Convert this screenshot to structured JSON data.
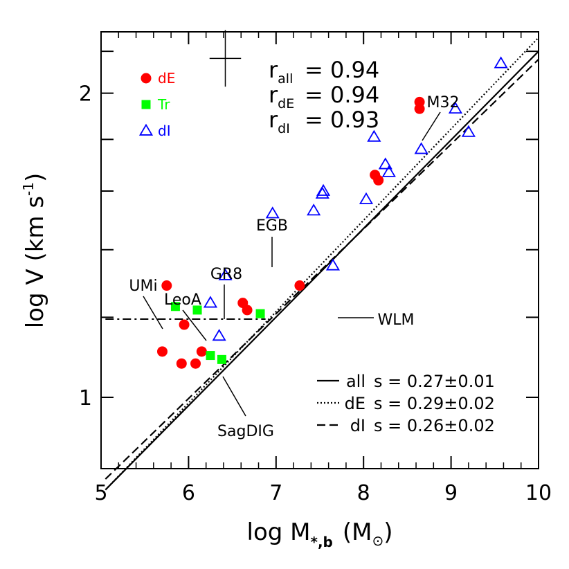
{
  "chart_data": {
    "type": "scatter",
    "xlabel": {
      "main": "log M",
      "sub": "*,b",
      "unit_open": "(M",
      "unit_sub": "⊙",
      "unit_close": ")"
    },
    "ylabel": {
      "main": "log V (km s",
      "sup": "-1",
      "close": ")"
    },
    "xlim": [
      5,
      10
    ],
    "ylog_range": [
      0.85,
      2.3
    ],
    "x_ticks": [
      5,
      6,
      7,
      8,
      9,
      10
    ],
    "x_tick_labels": [
      "5",
      "6",
      "7",
      "8",
      "9",
      "10"
    ],
    "y_ticks_labeled": [
      1,
      2
    ],
    "y_tick_labels": [
      "1",
      "2"
    ],
    "y_ticks_minor": [
      1.2,
      1.4,
      1.6,
      1.8,
      2.2
    ],
    "legend": [
      {
        "name": "dE",
        "symbol": "circle",
        "color": "#ff0000"
      },
      {
        "name": "Tr",
        "symbol": "square",
        "color": "#00ff00"
      },
      {
        "name": "dI",
        "symbol": "triangle",
        "color": "#0000ff"
      }
    ],
    "correlations": [
      {
        "r": "r",
        "sub": "all",
        "text": "= 0.94"
      },
      {
        "r": "r",
        "sub": "dE",
        "text": "= 0.94"
      },
      {
        "r": "r",
        "sub": "dI",
        "text": "= 0.93"
      }
    ],
    "error_bar": {
      "x": 6.42,
      "y": 2.165,
      "dx": 0.18,
      "dy_log": 0.028
    },
    "series": [
      {
        "name": "dE",
        "symbol": "circle",
        "color": "#ff0000",
        "points": [
          [
            5.75,
            1.29
          ],
          [
            5.7,
            1.11
          ],
          [
            5.92,
            1.08
          ],
          [
            5.95,
            1.18
          ],
          [
            6.08,
            1.08
          ],
          [
            6.15,
            1.11
          ],
          [
            6.62,
            1.24
          ],
          [
            6.67,
            1.22
          ],
          [
            7.27,
            1.29
          ],
          [
            8.13,
            1.66
          ],
          [
            8.17,
            1.64
          ],
          [
            8.64,
            1.96
          ],
          [
            8.64,
            1.93
          ]
        ]
      },
      {
        "name": "Tr",
        "symbol": "square",
        "color": "#00ff00",
        "points": [
          [
            5.85,
            1.23
          ],
          [
            6.1,
            1.22
          ],
          [
            6.25,
            1.1
          ],
          [
            6.38,
            1.09
          ],
          [
            6.82,
            1.21
          ]
        ]
      },
      {
        "name": "dI",
        "symbol": "triangle",
        "color": "#0000ff",
        "points": [
          [
            6.25,
            1.24
          ],
          [
            6.35,
            1.15
          ],
          [
            6.42,
            1.32
          ],
          [
            6.96,
            1.52
          ],
          [
            7.43,
            1.53
          ],
          [
            7.53,
            1.59
          ],
          [
            7.54,
            1.6
          ],
          [
            7.65,
            1.35
          ],
          [
            8.03,
            1.57
          ],
          [
            8.12,
            1.81
          ],
          [
            8.25,
            1.7
          ],
          [
            8.29,
            1.67
          ],
          [
            8.66,
            1.76
          ],
          [
            9.05,
            1.93
          ],
          [
            9.2,
            1.83
          ],
          [
            9.57,
            2.14
          ]
        ]
      }
    ],
    "fits": [
      {
        "name": "all",
        "style": "solid",
        "x": [
          5.05,
          10
        ],
        "y": [
          0.81,
          2.2
        ],
        "label": "all",
        "slope_text": "s = 0.27±0.01"
      },
      {
        "name": "dE",
        "style": "dotted",
        "x": [
          5.05,
          10
        ],
        "y": [
          0.81,
          2.27
        ],
        "label": "dE",
        "slope_text": "s = 0.29±0.02"
      },
      {
        "name": "dI",
        "style": "dashed",
        "x": [
          5.05,
          10
        ],
        "y": [
          0.83,
          2.16
        ],
        "label": "dI",
        "slope_text": "s = 0.26±0.02"
      }
    ],
    "hline": {
      "style": "dashdot",
      "x": [
        5.05,
        6.88
      ],
      "y": 1.195
    },
    "annotations": [
      {
        "text": "M32",
        "point": [
          8.66,
          1.96
        ]
      },
      {
        "text": "EGB",
        "point": [
          6.96,
          1.52
        ]
      },
      {
        "text": "GR8",
        "point": [
          6.42,
          1.32
        ]
      },
      {
        "text": "UMi",
        "point": [
          5.75,
          1.29
        ]
      },
      {
        "text": "LeoA",
        "point": [
          6.25,
          1.24
        ]
      },
      {
        "text": "SagDIG",
        "point": [
          6.35,
          1.15
        ]
      },
      {
        "text": "WLM",
        "point": [
          7.65,
          1.35
        ]
      }
    ]
  }
}
